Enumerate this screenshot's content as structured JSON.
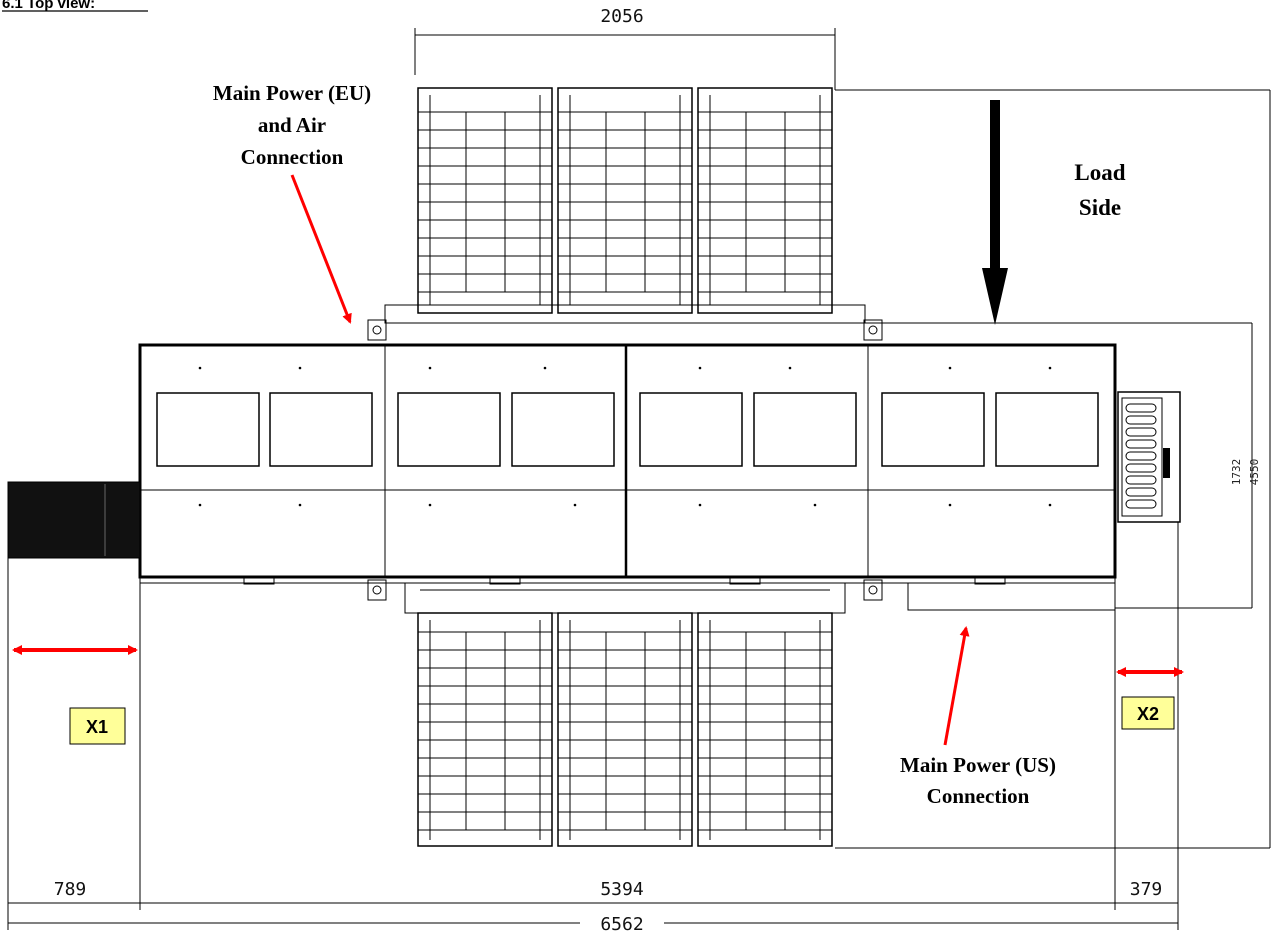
{
  "heading": "6.1 Top view:",
  "dimensions": {
    "top_width": "2056",
    "left_offset": "789",
    "main_length": "5394",
    "right_offset": "379",
    "total_length": "6562",
    "depth_inner": "1732",
    "depth_outer": "4550"
  },
  "callouts": {
    "eu_power_line1": "Main Power (EU)",
    "eu_power_line2": "and Air",
    "eu_power_line3": "Connection",
    "load_line1": "Load",
    "load_line2": "Side",
    "us_power_line1": "Main Power (US)",
    "us_power_line2": "Connection"
  },
  "markers": {
    "x1": "X1",
    "x2": "X2"
  },
  "colors": {
    "arrow_red": "#ff0000",
    "marker_fill": "#ffff99",
    "line": "#000000"
  }
}
